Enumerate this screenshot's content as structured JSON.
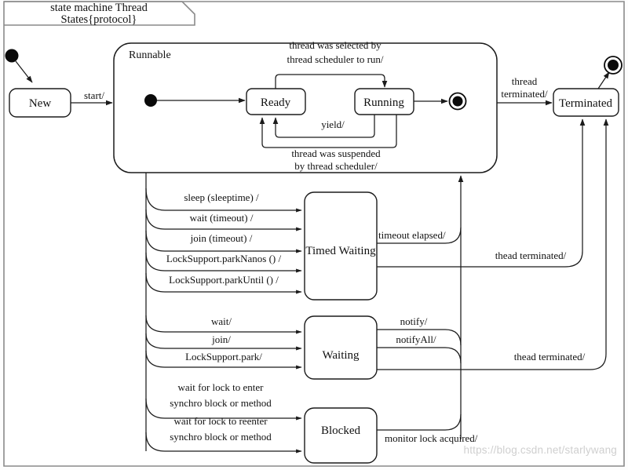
{
  "diagram": {
    "kind": "uml-state-machine",
    "title_line1": "state machine Thread",
    "title_line2": "States{protocol}",
    "watermark": "https://blog.csdn.net/starlywang"
  },
  "states": {
    "new": "New",
    "runnable": "Runnable",
    "ready": "Ready",
    "running": "Running",
    "terminated": "Terminated",
    "timed_waiting": "Timed Waiting",
    "waiting": "Waiting",
    "blocked": "Blocked"
  },
  "transitions": {
    "start": "start/",
    "selected_l1": "thread was selected by",
    "selected_l2": "thread scheduler to run/",
    "yield": "yield/",
    "suspended_l1": "thread was suspended",
    "suspended_l2": "by thread scheduler/",
    "thread_terminated_l1": "thread",
    "thread_terminated_l2": "terminated/",
    "sleep": "sleep (sleeptime) /",
    "wait_timeout": "wait (timeout) /",
    "join_timeout": "join (timeout) /",
    "park_nanos": "LockSupport.parkNanos () /",
    "park_until": "LockSupport.parkUntil () /",
    "timeout_elapsed": "timeout elapsed/",
    "thead_terminated_timed": "thead terminated/",
    "wait": "wait/",
    "join": "join/",
    "park": "LockSupport.park/",
    "notify": "notify/",
    "notify_all": "notifyAll/",
    "thead_terminated_waiting": "thead terminated/",
    "lock_enter_l1": "wait for lock to enter",
    "lock_enter_l2": "synchro block or method",
    "lock_reenter_l1": "wait for lock to reenter",
    "lock_reenter_l2": "synchro block or method",
    "monitor_lock": "monitor lock acquired/"
  },
  "colors": {
    "stroke": "#1b1b1b",
    "frame": "#8a8a8a",
    "background": "#ffffff",
    "watermark": "#cfcfcf"
  }
}
